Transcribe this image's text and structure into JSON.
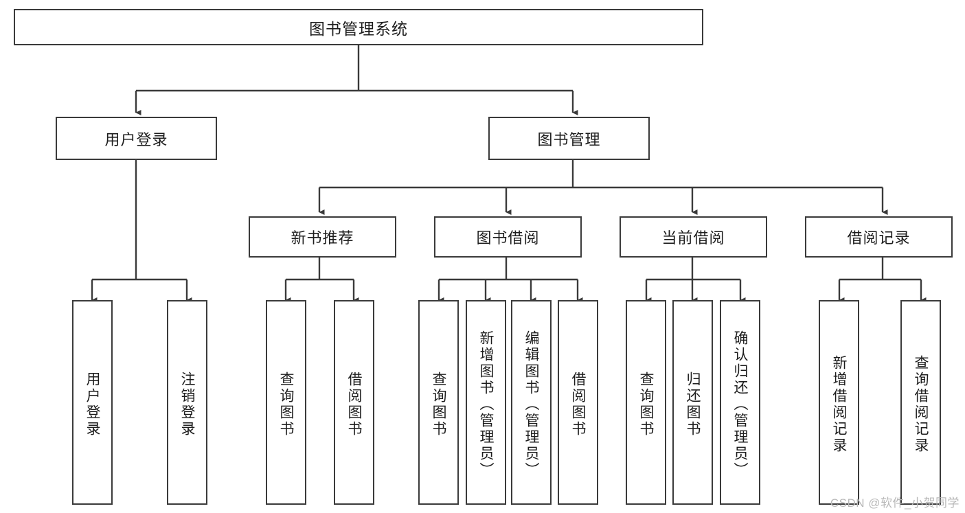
{
  "diagram": {
    "title": "图书管理系统",
    "watermark": "CSDN @软件_小贺同学",
    "style": {
      "border_color": "#3a3a3a",
      "fill_color": "#ffffff",
      "text_color": "#1d1d1d",
      "watermark_color": "#b8b8b8",
      "background": "#ffffff"
    },
    "levels": {
      "root": "图书管理系统",
      "level2": [
        "用户登录",
        "图书管理"
      ],
      "level3": [
        "新书推荐",
        "图书借阅",
        "当前借阅",
        "借阅记录"
      ],
      "level4": [
        "用户登录",
        "注销登录",
        "查询图书",
        "借阅图书",
        "查询图书",
        "新增图书（管理员）",
        "编辑图书（管理员）",
        "借阅图书",
        "查询图书",
        "归还图书",
        "确认归还（管理员）",
        "新增借阅记录",
        "查询借阅记录"
      ]
    },
    "nodes": {
      "root": {
        "label": "图书管理系统"
      },
      "user_login": {
        "label": "用户登录"
      },
      "book_manage": {
        "label": "图书管理"
      },
      "new_book_rec": {
        "label": "新书推荐"
      },
      "book_borrow": {
        "label": "图书借阅"
      },
      "current_borrow": {
        "label": "当前借阅"
      },
      "borrow_record": {
        "label": "借阅记录"
      },
      "leaf_user_login": {
        "label": "用户登录"
      },
      "leaf_logout": {
        "label": "注销登录"
      },
      "leaf_query_book_1": {
        "label": "查询图书"
      },
      "leaf_borrow_book_1": {
        "label": "借阅图书"
      },
      "leaf_query_book_2": {
        "label": "查询图书"
      },
      "leaf_add_book": {
        "label": "新增图书（管理员）"
      },
      "leaf_edit_book": {
        "label": "编辑图书（管理员）"
      },
      "leaf_borrow_book_2": {
        "label": "借阅图书"
      },
      "leaf_query_book_3": {
        "label": "查询图书"
      },
      "leaf_return_book": {
        "label": "归还图书"
      },
      "leaf_confirm_return": {
        "label": "确认归还（管理员）"
      },
      "leaf_add_record": {
        "label": "新增借阅记录"
      },
      "leaf_query_record": {
        "label": "查询借阅记录"
      }
    },
    "edges": [
      {
        "from": "root",
        "to": "user_login"
      },
      {
        "from": "root",
        "to": "book_manage"
      },
      {
        "from": "user_login",
        "to": "leaf_user_login"
      },
      {
        "from": "user_login",
        "to": "leaf_logout"
      },
      {
        "from": "book_manage",
        "to": "new_book_rec"
      },
      {
        "from": "book_manage",
        "to": "book_borrow"
      },
      {
        "from": "book_manage",
        "to": "current_borrow"
      },
      {
        "from": "book_manage",
        "to": "borrow_record"
      },
      {
        "from": "new_book_rec",
        "to": "leaf_query_book_1"
      },
      {
        "from": "new_book_rec",
        "to": "leaf_borrow_book_1"
      },
      {
        "from": "book_borrow",
        "to": "leaf_query_book_2"
      },
      {
        "from": "book_borrow",
        "to": "leaf_add_book"
      },
      {
        "from": "book_borrow",
        "to": "leaf_edit_book"
      },
      {
        "from": "book_borrow",
        "to": "leaf_borrow_book_2"
      },
      {
        "from": "current_borrow",
        "to": "leaf_query_book_3"
      },
      {
        "from": "current_borrow",
        "to": "leaf_return_book"
      },
      {
        "from": "current_borrow",
        "to": "leaf_confirm_return"
      },
      {
        "from": "borrow_record",
        "to": "leaf_add_record"
      },
      {
        "from": "borrow_record",
        "to": "leaf_query_record"
      }
    ]
  }
}
